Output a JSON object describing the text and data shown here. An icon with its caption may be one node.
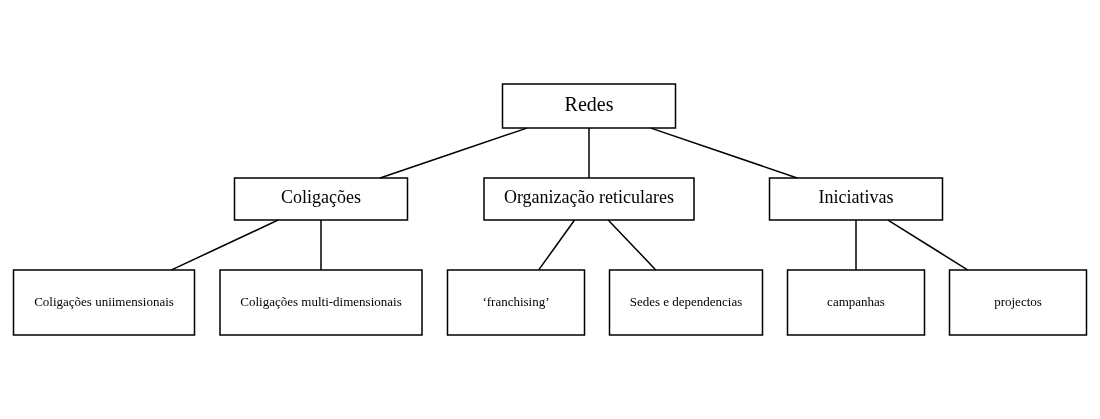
{
  "diagram": {
    "nodes": [
      {
        "text": [
          "Redes"
        ]
      },
      {
        "text": [
          "Coligações"
        ]
      },
      {
        "text": [
          "Organização reticulares"
        ]
      },
      {
        "text": [
          "Iniciativas"
        ]
      },
      {
        "text": [
          "Coligações uniimensionais"
        ]
      },
      {
        "text": [
          "Coligações multi-dimensionais"
        ]
      },
      {
        "text": [
          "‘franchising’"
        ]
      },
      {
        "text": [
          "Sedes e dependencias"
        ]
      },
      {
        "text": [
          "campanhas"
        ]
      },
      {
        "text": [
          "projectos"
        ]
      }
    ],
    "edges": [
      {
        "from": 0,
        "to": 1,
        "arrow": "none"
      },
      {
        "from": 0,
        "to": 2,
        "arrow": "none"
      },
      {
        "from": 0,
        "to": 3,
        "arrow": "none"
      },
      {
        "from": 1,
        "to": 4,
        "arrow": "none"
      },
      {
        "from": 1,
        "to": 5,
        "arrow": "none"
      },
      {
        "from": 2,
        "to": 6,
        "arrow": "none"
      },
      {
        "from": 2,
        "to": 7,
        "arrow": "none"
      },
      {
        "from": 3,
        "to": 8,
        "arrow": "none"
      },
      {
        "from": 3,
        "to": 9,
        "arrow": "none"
      }
    ]
  }
}
